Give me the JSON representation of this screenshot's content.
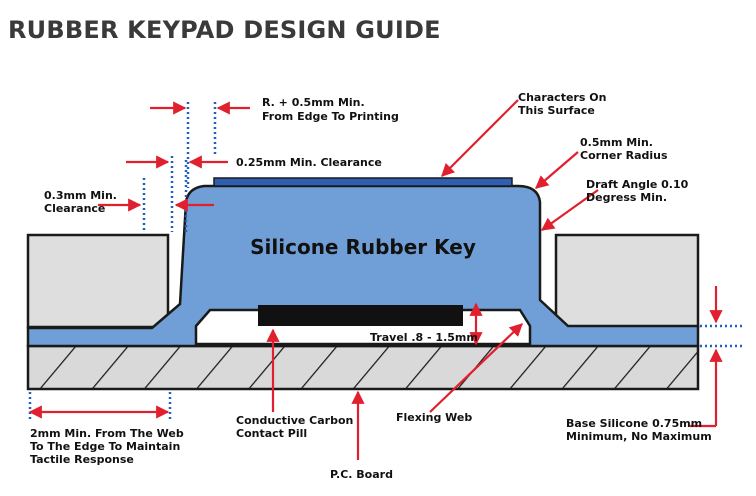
{
  "title": "RUBBER KEYPAD DESIGN GUIDE",
  "colors": {
    "silicone": "#6f9fd6",
    "outline": "#1a1a1a",
    "housing": "#dedede",
    "board": "#d9d9d9",
    "arrow": "#e0202e",
    "dots": "#2060c0",
    "contact": "#111111",
    "legend_layer": "#2f5fb0"
  },
  "labels": {
    "key": "Silicone Rubber Key",
    "radius_print": [
      "R. + 0.5mm Min.",
      "From Edge To Printing"
    ],
    "chars_surface": [
      "Characters On",
      "This Surface"
    ],
    "clearance_025": "0.25mm Min. Clearance",
    "corner_radius": [
      "0.5mm Min.",
      "Corner Radius"
    ],
    "clearance_03": [
      "0.3mm Min.",
      "Clearance"
    ],
    "draft_angle": [
      "Draft Angle 0.10",
      "Degress Min."
    ],
    "travel": "Travel .8 - 1.5mm",
    "web_2mm": [
      "2mm Min. From The Web",
      "To The Edge To Maintain",
      "Tactile Response"
    ],
    "contact_pill": [
      "Conductive Carbon",
      "Contact Pill"
    ],
    "flexing_web": "Flexing Web",
    "base_silicone": [
      "Base Silicone 0.75mm",
      "Minimum, No Maximum"
    ],
    "pc_board": "P.C. Board"
  }
}
